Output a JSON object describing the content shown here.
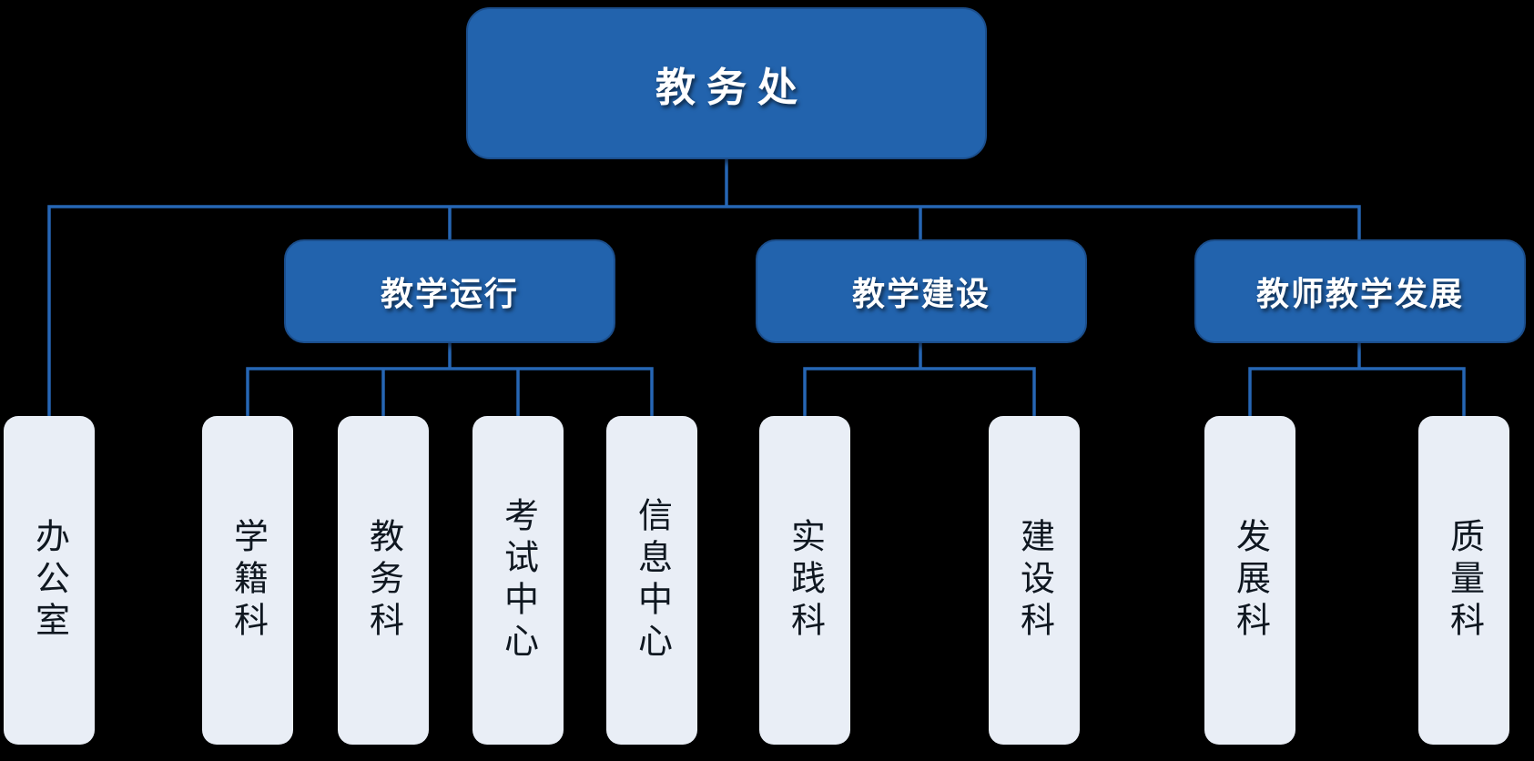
{
  "colors": {
    "background": "#000000",
    "branch_node_fill": "#2263AD",
    "branch_node_border": "#1B4E8C",
    "branch_node_text": "#FFFFFF",
    "connector_line": "#2666B4",
    "leaf_node_fill": "#E9EEF6",
    "leaf_node_text": "#0F1720"
  },
  "org": {
    "root": {
      "label": "教务处"
    },
    "office": {
      "label": "办公室"
    },
    "branches": [
      {
        "label": "教学运行",
        "children": [
          {
            "label": "学籍科"
          },
          {
            "label": "教务科"
          },
          {
            "label": "考试中心"
          },
          {
            "label": "信息中心"
          }
        ]
      },
      {
        "label": "教学建设",
        "children": [
          {
            "label": "实践科"
          },
          {
            "label": "建设科"
          }
        ]
      },
      {
        "label": "教师教学发展",
        "children": [
          {
            "label": "发展科"
          },
          {
            "label": "质量科"
          }
        ]
      }
    ]
  }
}
